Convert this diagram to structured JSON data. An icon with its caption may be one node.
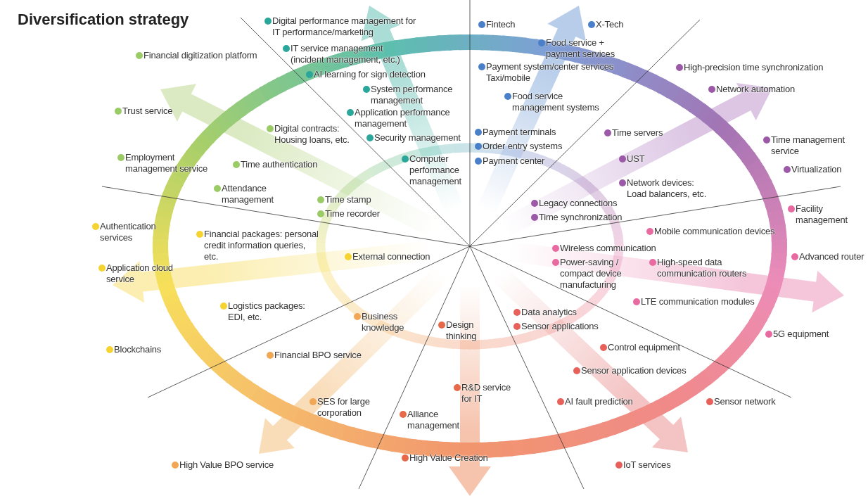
{
  "diagram": {
    "title": "Diversification strategy",
    "labels": [
      "Digital performance management for IT performance/marketing",
      "IT service management (incident management, etc.)",
      "AI learning for sign detection",
      "System performance management",
      "Application performance management",
      "Security management",
      "Computer performance management",
      "Fintech",
      "X-Tech",
      "Food service + payment services",
      "Payment system/center services Taxi/mobile",
      "Food service management systems",
      "Payment terminals",
      "Order entry systems",
      "Payment center",
      "High-precision time synchronization",
      "Network automation",
      "Time servers",
      "Time management service",
      "UST",
      "Virtualization",
      "Network devices: Load balancers, etc.",
      "Legacy connections",
      "Time synchronization",
      "Facility management",
      "Mobile communication devices",
      "Wireless communication",
      "Power-saving / compact device manufacturing",
      "High-speed data communication routers",
      "Advanced router",
      "LTE communication modules",
      "5G equipment",
      "Data analytics",
      "Sensor applications",
      "Control equipment",
      "Sensor application devices",
      "AI fault prediction",
      "Sensor network",
      "IoT services",
      "Design thinking",
      "R&D service for IT",
      "Alliance management",
      "High Value Creation",
      "Business knowledge",
      "Financial BPO service",
      "SES for large corporation",
      "High Value BPO service",
      "Authentication services",
      "Financial packages: personal credit information queries, etc.",
      "External connection",
      "Application cloud service",
      "Logistics packages: EDI, etc.",
      "Blockchains",
      "Financial digitization platform",
      "Trust service",
      "Digital contracts: Housing loans, etc.",
      "Employment management service",
      "Time authentication",
      "Attendance management",
      "Time stamp",
      "Time recorder"
    ]
  }
}
